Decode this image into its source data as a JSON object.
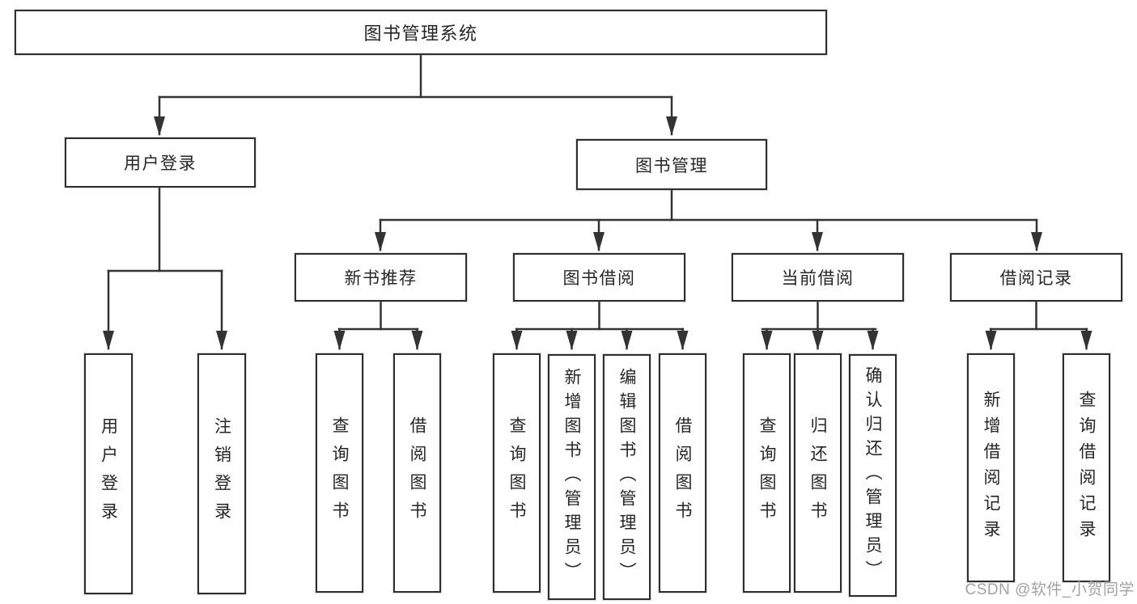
{
  "diagram_type": "hierarchy-tree",
  "tree": {
    "label": "图书管理系统",
    "children": [
      {
        "label": "用户登录",
        "children": [
          {
            "label": "用户登录"
          },
          {
            "label": "注销登录"
          }
        ]
      },
      {
        "label": "图书管理",
        "children": [
          {
            "label": "新书推荐",
            "children": [
              {
                "label": "查询图书"
              },
              {
                "label": "借阅图书"
              }
            ]
          },
          {
            "label": "图书借阅",
            "children": [
              {
                "label": "查询图书"
              },
              {
                "label": "新增图书（管理员）"
              },
              {
                "label": "编辑图书（管理员）"
              },
              {
                "label": "借阅图书"
              }
            ]
          },
          {
            "label": "当前借阅",
            "children": [
              {
                "label": "查询图书"
              },
              {
                "label": "归还图书"
              },
              {
                "label": "确认归还（管理员）"
              }
            ]
          },
          {
            "label": "借阅记录",
            "children": [
              {
                "label": "新增借阅记录"
              },
              {
                "label": "查询借阅记录"
              }
            ]
          }
        ]
      }
    ]
  },
  "watermark": "CSDN @软件_小贺同学",
  "colors": {
    "line": "#333333",
    "box_border": "#2e2e2e",
    "text": "#262626",
    "watermark": "#a2a2a2",
    "background": "#ffffff"
  }
}
